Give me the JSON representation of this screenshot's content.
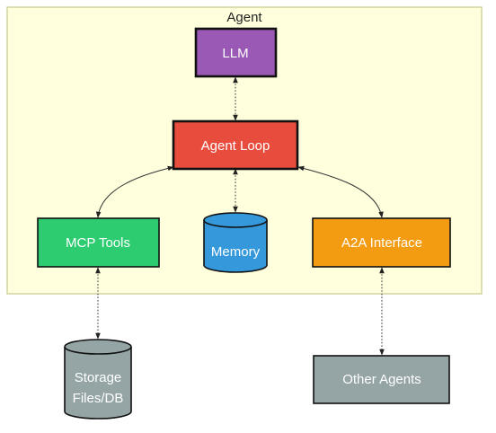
{
  "cluster": {
    "label": "Agent",
    "fill": "#ffffdd",
    "stroke": "#c8c88a"
  },
  "nodes": {
    "llm": {
      "label": "LLM",
      "fill": "#9b59b6"
    },
    "agent_loop": {
      "label": "Agent Loop",
      "fill": "#e74c3c"
    },
    "mcp_tools": {
      "label": "MCP Tools",
      "fill": "#2ecc71"
    },
    "memory": {
      "label": "Memory",
      "fill": "#3498db"
    },
    "a2a_interface": {
      "label": "A2A Interface",
      "fill": "#f39c12"
    },
    "storage": {
      "label_line1": "Storage",
      "label_line2": "Files/DB",
      "fill": "#95a5a6"
    },
    "other_agents": {
      "label": "Other Agents",
      "fill": "#95a5a6"
    }
  },
  "edges": [
    {
      "from": "LLM",
      "to": "Agent Loop",
      "style": "dotted",
      "direction": "both"
    },
    {
      "from": "Agent Loop",
      "to": "MCP Tools",
      "style": "solid",
      "direction": "both"
    },
    {
      "from": "Agent Loop",
      "to": "Memory",
      "style": "dotted",
      "direction": "both"
    },
    {
      "from": "Agent Loop",
      "to": "A2A Interface",
      "style": "solid",
      "direction": "both"
    },
    {
      "from": "MCP Tools",
      "to": "Storage",
      "style": "dotted",
      "direction": "both"
    },
    {
      "from": "A2A Interface",
      "to": "Other Agents",
      "style": "dotted",
      "direction": "both"
    }
  ]
}
